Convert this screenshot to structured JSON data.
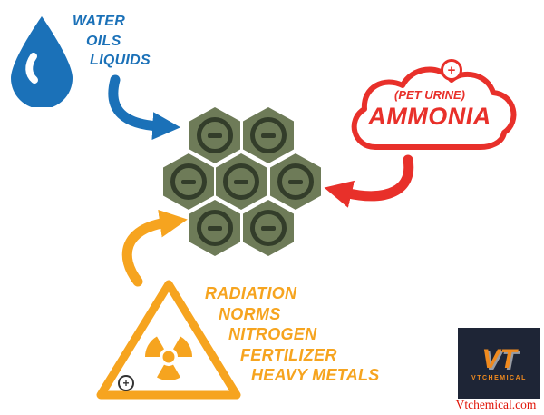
{
  "palette": {
    "blue": "#1b71b8",
    "red": "#e8302a",
    "orange": "#f6a41f",
    "hexagon_green": "#6e7b58",
    "symbol_dark_green": "#333d2a",
    "logo_background": "#1e2536",
    "logo_orange": "#f08a1e",
    "website_red": "#e01407"
  },
  "liquids_source": {
    "icon": "water-drop-icon",
    "labels": [
      "WATER",
      "OILS",
      "LIQUIDS"
    ]
  },
  "ammonia_source": {
    "icon": "cloud-icon",
    "subtitle": "(PET URINE)",
    "title": "AMMONIA",
    "charge_symbol": "+"
  },
  "hazards_source": {
    "icon": "radiation-warning-triangle-icon",
    "labels": [
      "RADIATION",
      "NORMS",
      "NITROGEN",
      "FERTILIZER",
      "HEAVY METALS"
    ],
    "charge_symbol": "+"
  },
  "hexagon_cluster": {
    "count": 7,
    "cell_symbol": "minus-in-circle"
  },
  "branding": {
    "logo_mark": "VT",
    "logo_text": "VTCHEMICAL",
    "website": "Vtchemical.com"
  }
}
